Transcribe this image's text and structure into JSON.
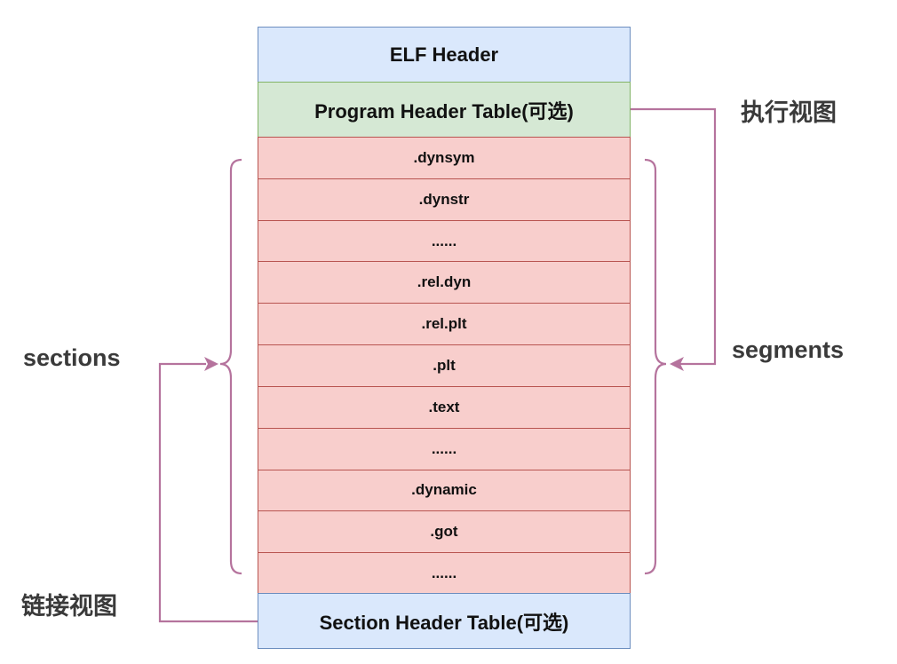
{
  "colors": {
    "header_fill": "#dae8fc",
    "header_stroke": "#6c8ebf",
    "program_fill": "#d5e8d4",
    "program_stroke": "#82b366",
    "section_fill": "#f8cecc",
    "section_stroke": "#b85450",
    "arrow": "#b5739d"
  },
  "elf_header": "ELF Header",
  "program_header_table": "Program Header Table(可选)",
  "sections": [
    ".dynsym",
    ".dynstr",
    "......",
    ".rel.dyn",
    ".rel.plt",
    ".plt",
    ".text",
    "......",
    ".dynamic",
    ".got",
    "......"
  ],
  "section_header_table": "Section Header Table(可选)",
  "labels": {
    "execution_view": "执行视图",
    "segments": "segments",
    "sections": "sections",
    "linking_view": "链接视图"
  }
}
